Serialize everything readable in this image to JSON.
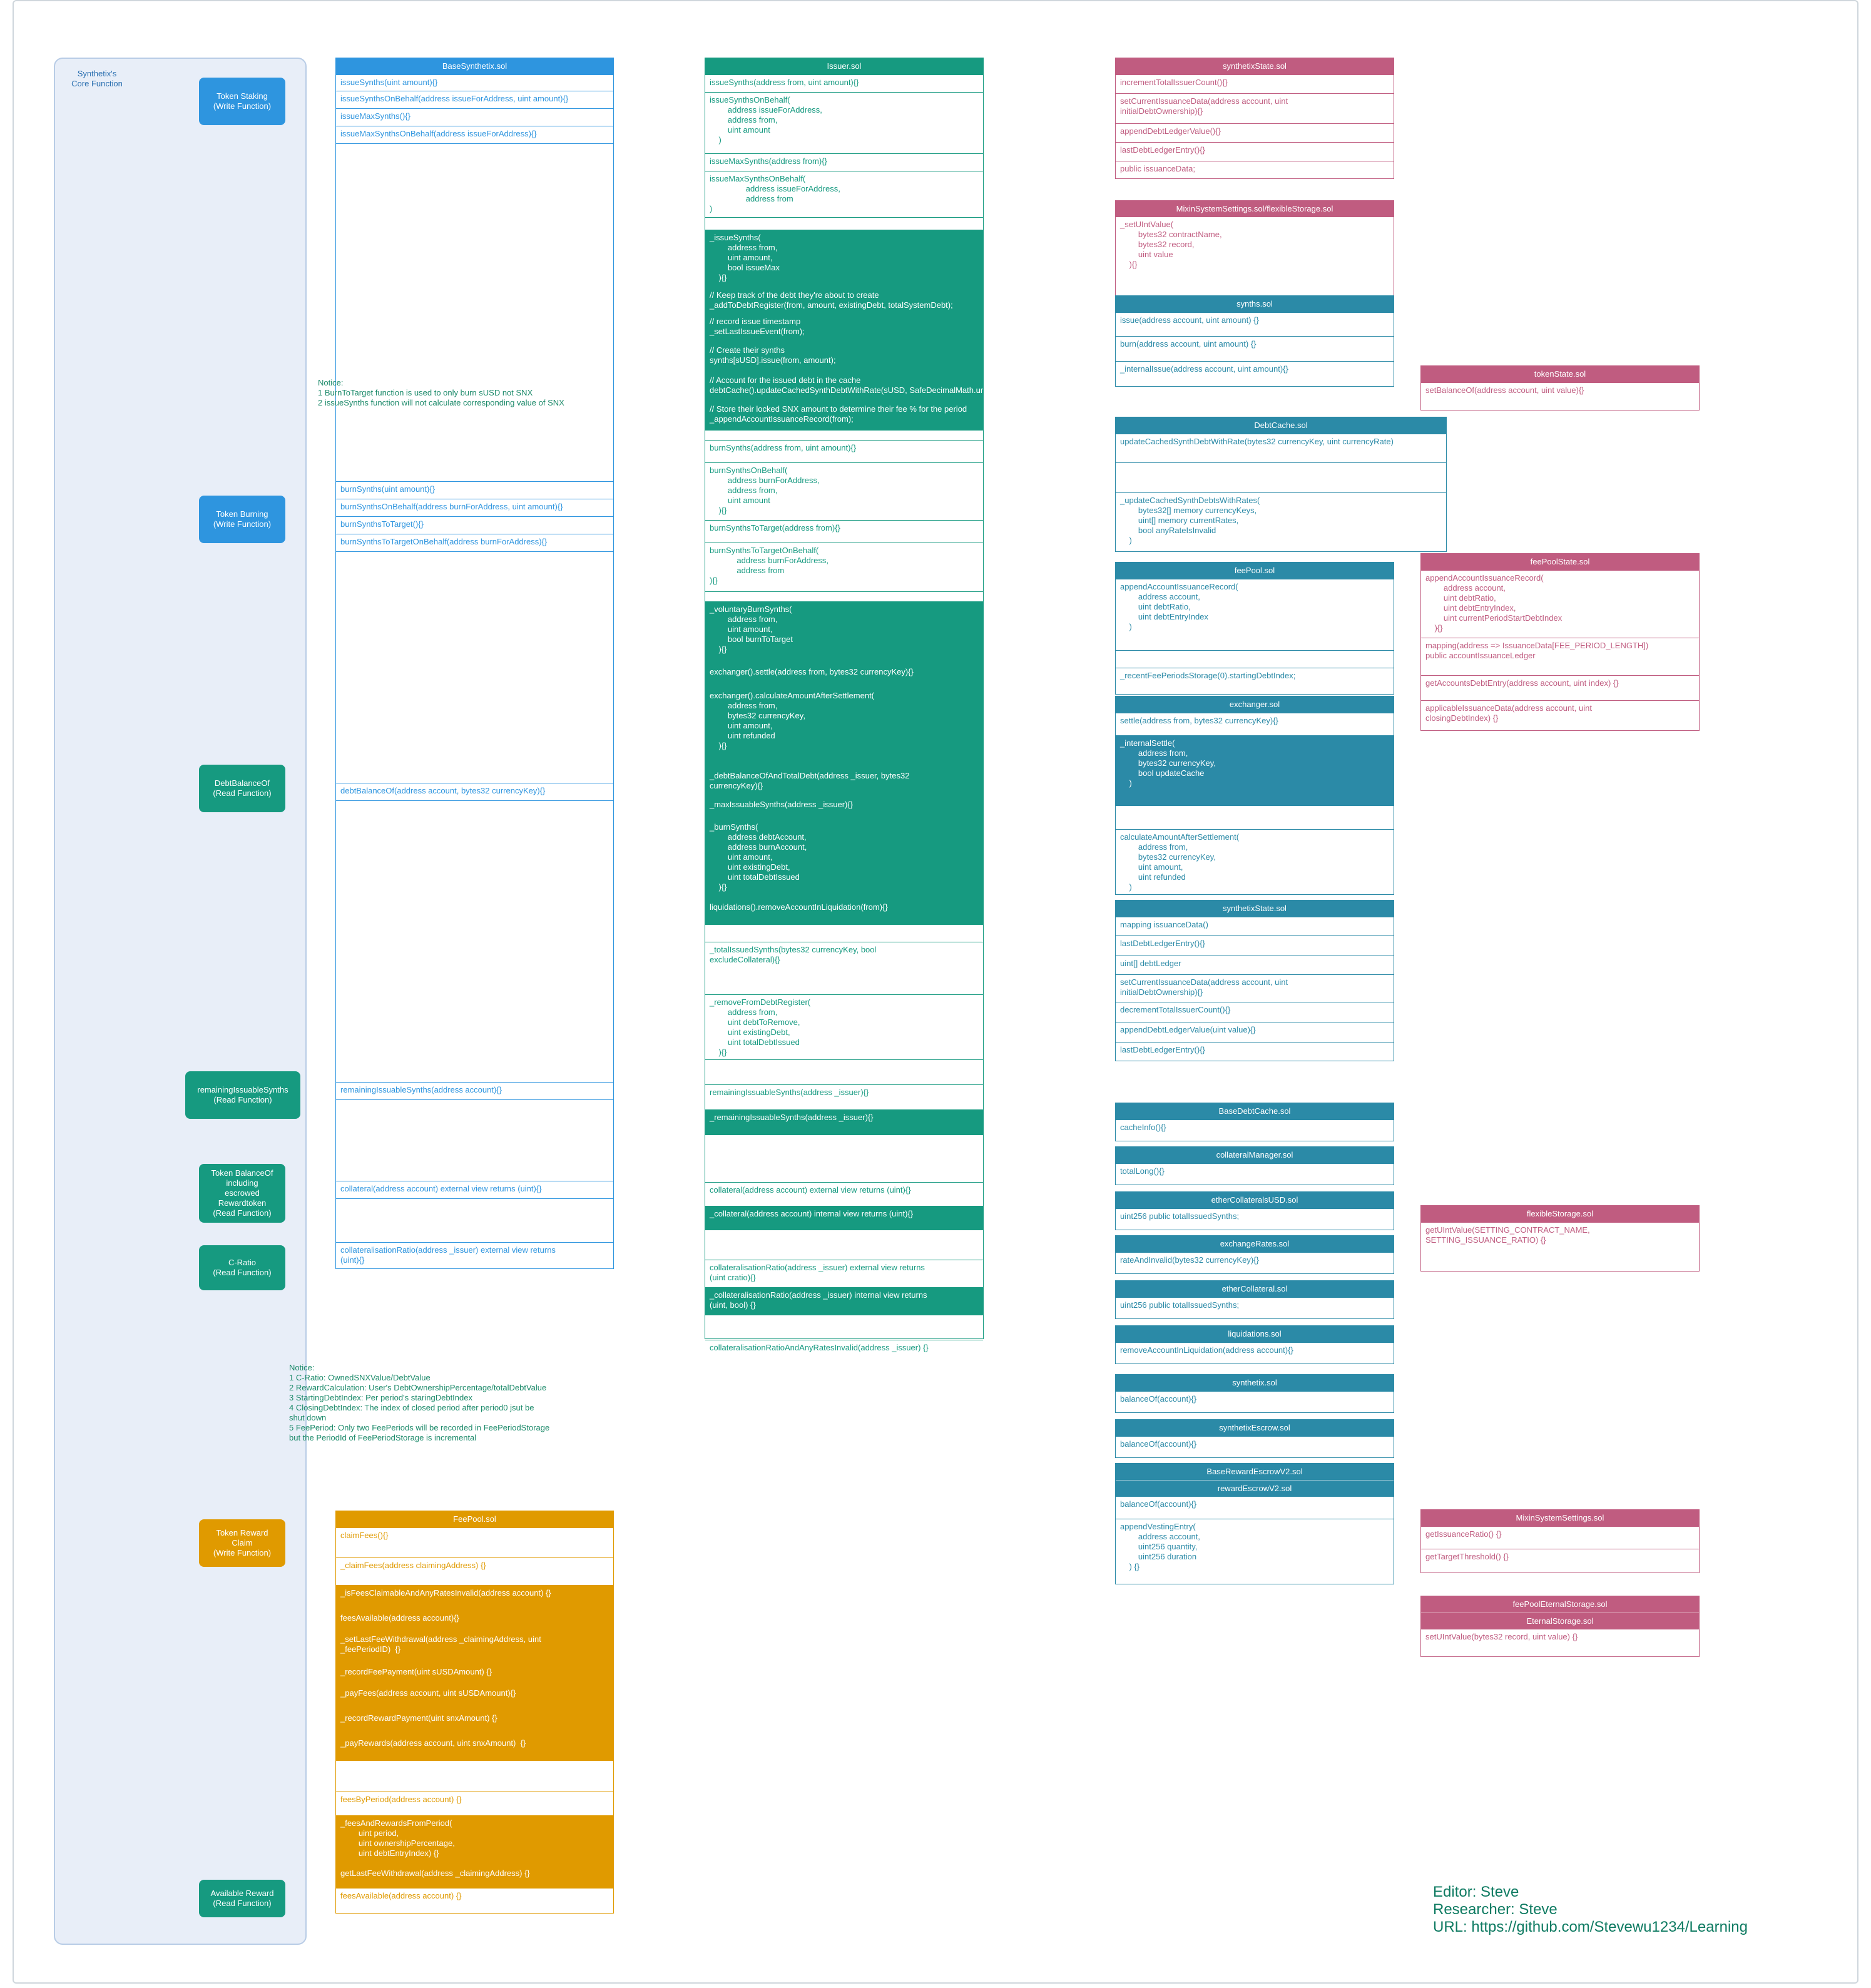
{
  "colors": {
    "blue": "#2e95df",
    "green": "#169a80",
    "teal": "#2b8aa7",
    "pink": "#c05c80",
    "orange": "#e09a00",
    "cloud": "#ef8080",
    "credit": "#0f7b62"
  },
  "core_title": "Synthetix's\nCore Function",
  "pills": [
    {
      "id": "token-staking",
      "label": "Token Staking\n(Write Function)",
      "color": "blue"
    },
    {
      "id": "token-burning",
      "label": "Token Burning\n(Write Function)",
      "color": "blue"
    },
    {
      "id": "debt-balance-of",
      "label": "DebtBalanceOf\n(Read Function)",
      "color": "green"
    },
    {
      "id": "remaining-issuable-synths",
      "label": "remainingIssuableSynths\n(Read Function)",
      "color": "green"
    },
    {
      "id": "token-balance-of",
      "label": "Token BalanceOf\nincluding\nescrowed\nRewardtoken\n(Read Function)",
      "color": "green"
    },
    {
      "id": "c-ratio",
      "label": "C-Ratio\n(Read Function)",
      "color": "green"
    },
    {
      "id": "token-reward-claim",
      "label": "Token Reward\nClaim\n(Write Function)",
      "color": "orange"
    },
    {
      "id": "available-reward",
      "label": "Available Reward\n(Read Function)",
      "color": "green"
    }
  ],
  "boxes": [
    {
      "id": "base-synthetix",
      "title": "BaseSynthetix.sol",
      "color": "blue",
      "rows": [
        {
          "text": "issueSynths(uint amount){}"
        },
        {
          "text": "issueSynthsOnBehalf(address issueForAddress, uint amount){}"
        },
        {
          "text": "issueMaxSynths(){}"
        },
        {
          "text": "issueMaxSynthsOnBehalf(address issueForAddress){}"
        },
        {
          "text": ""
        },
        {
          "text": "burnSynths(uint amount){}"
        },
        {
          "text": "burnSynthsOnBehalf(address burnForAddress, uint amount){}"
        },
        {
          "text": "burnSynthsToTarget(){}"
        },
        {
          "text": "burnSynthsToTargetOnBehalf(address burnForAddress){}"
        },
        {
          "text": ""
        },
        {
          "text": "debtBalanceOf(address account, bytes32 currencyKey){}"
        },
        {
          "text": ""
        },
        {
          "text": "remainingIssuableSynths(address account){}"
        },
        {
          "text": ""
        },
        {
          "text": "collateral(address account) external view returns (uint){}"
        },
        {
          "text": ""
        },
        {
          "text": "collateralisationRatio(address _issuer) external view returns\n(uint){}"
        }
      ]
    },
    {
      "id": "issuer",
      "title": "Issuer.sol",
      "color": "green",
      "rows": [
        {
          "text": "issueSynths(address from, uint amount){}"
        },
        {
          "text": "issueSynthsOnBehalf(\n        address issueForAddress,\n        address from,\n        uint amount\n    )"
        },
        {
          "text": "issueMaxSynths(address from){}"
        },
        {
          "text": "issueMaxSynthsOnBehalf(\n                address issueForAddress,\n                address from\n)"
        },
        {
          "text": ""
        },
        {
          "text": "_issueSynths(\n        address from,\n        uint amount,\n        bool issueMax\n    ){}",
          "fill": true
        },
        {
          "text": "// Keep track of the debt they're about to create\n_addToDebtRegister(from, amount, existingDebt, totalSystemDebt);",
          "fill": true
        },
        {
          "text": "// record issue timestamp\n_setLastIssueEvent(from);",
          "fill": true
        },
        {
          "text": "// Create their synths\nsynths[sUSD].issue(from, amount);",
          "fill": true
        },
        {
          "text": "// Account for the issued debt in the cache\ndebtCache().updateCachedSynthDebtWithRate(sUSD, SafeDecimalMath.unit());",
          "fill": true
        },
        {
          "text": "// Store their locked SNX amount to determine their fee % for the period\n_appendAccountIssuanceRecord(from);",
          "fill": true
        },
        {
          "text": ""
        },
        {
          "text": "burnSynths(address from, uint amount){}"
        },
        {
          "text": "burnSynthsOnBehalf(\n        address burnForAddress,\n        address from,\n        uint amount\n    ){}"
        },
        {
          "text": "burnSynthsToTarget(address from){}"
        },
        {
          "text": "burnSynthsToTargetOnBehalf(\n            address burnForAddress,\n            address from\n){}"
        },
        {
          "text": ""
        },
        {
          "text": "_voluntaryBurnSynths(\n        address from,\n        uint amount,\n        bool burnToTarget\n    ){}",
          "fill": true
        },
        {
          "text": "exchanger().settle(address from, bytes32 currencyKey){}",
          "fill": true
        },
        {
          "text": "exchanger().calculateAmountAfterSettlement(\n        address from,\n        bytes32 currencyKey,\n        uint amount,\n        uint refunded\n    ){}",
          "fill": true
        },
        {
          "text": "_debtBalanceOfAndTotalDebt(address _issuer, bytes32\ncurrencyKey){}",
          "fill": true
        },
        {
          "text": "_maxIssuableSynths(address _issuer){}",
          "fill": true
        },
        {
          "text": "_burnSynths(\n        address debtAccount,\n        address burnAccount,\n        uint amount,\n        uint existingDebt,\n        uint totalDebtIssued\n    ){}",
          "fill": true
        },
        {
          "text": "liquidations().removeAccountInLiquidation(from){}",
          "fill": true
        },
        {
          "text": ""
        },
        {
          "text": "_totalIssuedSynths(bytes32 currencyKey, bool\nexcludeCollateral){}"
        },
        {
          "text": "_removeFromDebtRegister(\n        address from,\n        uint debtToRemove,\n        uint existingDebt,\n        uint totalDebtIssued\n    ){}"
        },
        {
          "text": ""
        },
        {
          "text": "remainingIssuableSynths(address _issuer){}"
        },
        {
          "text": "_remainingIssuableSynths(address _issuer){}",
          "fill": true
        },
        {
          "text": ""
        },
        {
          "text": "collateral(address account) external view returns (uint){}"
        },
        {
          "text": "_collateral(address account) internal view returns (uint){}",
          "fill": true
        },
        {
          "text": ""
        },
        {
          "text": "collateralisationRatio(address _issuer) external view returns\n(uint cratio){}"
        },
        {
          "text": "_collateralisationRatio(address _issuer) internal view returns\n(uint, bool) {}",
          "fill": true
        },
        {
          "text": ""
        },
        {
          "text": "collateralisationRatioAndAnyRatesInvalid(address _issuer) {}"
        }
      ]
    },
    {
      "id": "synthetix-state-a",
      "title": "synthetixState.sol",
      "color": "pink",
      "rows": [
        {
          "text": "incrementTotalIssuerCount(){}"
        },
        {
          "text": "setCurrentIssuanceData(address account, uint\ninitialDebtOwnership){}"
        },
        {
          "text": "appendDebtLedgerValue(){}"
        },
        {
          "text": "lastDebtLedgerEntry(){}"
        },
        {
          "text": "public issuanceData;"
        }
      ]
    },
    {
      "id": "mixin-flexible",
      "title": "MixinSystemSettings.sol/flexibleStorage.sol",
      "color": "pink",
      "rows": [
        {
          "text": "_setUIntValue(\n        bytes32 contractName,\n        bytes32 record,\n        uint value\n    ){}",
          "noborder": true
        }
      ]
    },
    {
      "id": "synths",
      "title": "synths.sol",
      "color": "teal",
      "rows": [
        {
          "text": "issue(address account, uint amount) {}"
        },
        {
          "text": "burn(address account, uint amount) {}"
        },
        {
          "text": "_internalIssue(address account, uint amount){}"
        }
      ]
    },
    {
      "id": "token-state",
      "title": "tokenState.sol",
      "color": "pink",
      "rows": [
        {
          "text": "setBalanceOf(address account, uint value){}"
        }
      ]
    },
    {
      "id": "debt-cache",
      "title": "DebtCache.sol",
      "color": "teal",
      "rows": [
        {
          "text": "updateCachedSynthDebtWithRate(bytes32 currencyKey, uint currencyRate)"
        },
        {
          "text": ""
        },
        {
          "text": "_updateCachedSynthDebtsWithRates(\n        bytes32[] memory currencyKeys,\n        uint[] memory currentRates,\n        bool anyRateIsInvalid\n    )"
        }
      ]
    },
    {
      "id": "fee-pool-a",
      "title": "feePool.sol",
      "color": "teal",
      "rows": [
        {
          "text": "appendAccountIssuanceRecord(\n        address account,\n        uint debtRatio,\n        uint debtEntryIndex\n    )"
        },
        {
          "text": ""
        },
        {
          "text": "_recentFeePeriodsStorage(0).startingDebtIndex;"
        }
      ]
    },
    {
      "id": "fee-pool-state",
      "title": "feePoolState.sol",
      "color": "pink",
      "rows": [
        {
          "text": "appendAccountIssuanceRecord(\n        address account,\n        uint debtRatio,\n        uint debtEntryIndex,\n        uint currentPeriodStartDebtIndex\n    ){}"
        },
        {
          "text": "mapping(address => IssuanceData[FEE_PERIOD_LENGTH])\npublic accountIssuanceLedger"
        },
        {
          "text": "getAccountsDebtEntry(address account, uint index) {}"
        },
        {
          "text": "applicableIssuanceData(address account, uint\nclosingDebtIndex) {}"
        }
      ]
    },
    {
      "id": "exchanger",
      "title": "exchanger.sol",
      "color": "teal",
      "rows": [
        {
          "text": "settle(address from, bytes32 currencyKey){}"
        },
        {
          "text": "_internalSettle(\n        address from,\n        bytes32 currencyKey,\n        bool updateCache\n    )",
          "fill": true
        },
        {
          "text": ""
        },
        {
          "text": "calculateAmountAfterSettlement(\n        address from,\n        bytes32 currencyKey,\n        uint amount,\n        uint refunded\n    )"
        }
      ]
    },
    {
      "id": "synthetix-state-b",
      "title": "synthetixState.sol",
      "color": "teal",
      "rows": [
        {
          "text": "mapping issuanceData()"
        },
        {
          "text": "lastDebtLedgerEntry(){}"
        },
        {
          "text": "uint[] debtLedger"
        },
        {
          "text": "setCurrentIssuanceData(address account, uint\ninitialDebtOwnership){}"
        },
        {
          "text": "decrementTotalIssuerCount(){}"
        },
        {
          "text": "appendDebtLedgerValue(uint value){}"
        },
        {
          "text": "lastDebtLedgerEntry(){}"
        }
      ]
    },
    {
      "id": "base-debt-cache",
      "title": "BaseDebtCache.sol",
      "color": "teal",
      "rows": [
        {
          "text": "cacheInfo(){}"
        }
      ]
    },
    {
      "id": "collateral-manager",
      "title": "collateralManager.sol",
      "color": "teal",
      "rows": [
        {
          "text": "totalLong(){}"
        }
      ]
    },
    {
      "id": "ether-collateral-susd",
      "title": "etherCollateralsUSD.sol",
      "color": "teal",
      "rows": [
        {
          "text": "uint256 public totalIssuedSynths;"
        }
      ]
    },
    {
      "id": "exchange-rates",
      "title": "exchangeRates.sol",
      "color": "teal",
      "rows": [
        {
          "text": "rateAndInvalid(bytes32 currencyKey){}"
        }
      ]
    },
    {
      "id": "ether-collateral",
      "title": "etherCollateral.sol",
      "color": "teal",
      "rows": [
        {
          "text": "uint256 public totalIssuedSynths;"
        }
      ]
    },
    {
      "id": "liquidations",
      "title": "liquidations.sol",
      "color": "teal",
      "rows": [
        {
          "text": "removeAccountInLiquidation(address account){}"
        }
      ]
    },
    {
      "id": "synthetix",
      "title": "synthetix.sol",
      "color": "teal",
      "rows": [
        {
          "text": "balanceOf(account){}"
        }
      ]
    },
    {
      "id": "synthetix-escrow",
      "title": "synthetixEscrow.sol",
      "color": "teal",
      "rows": [
        {
          "text": "balanceOf(account){}"
        }
      ]
    },
    {
      "id": "base-reward-escrow",
      "title": "BaseRewardEscrowV2.sol",
      "subtitle": "rewardEscrowV2.sol",
      "color": "teal",
      "rows": [
        {
          "text": "balanceOf(account){}"
        },
        {
          "text": "appendVestingEntry(\n        address account,\n        uint256 quantity,\n        uint256 duration\n    ) {}"
        }
      ]
    },
    {
      "id": "flexible-storage",
      "title": "flexibleStorage.sol",
      "color": "pink",
      "rows": [
        {
          "text": "getUIntValue(SETTING_CONTRACT_NAME,\nSETTING_ISSUANCE_RATIO) {}"
        }
      ]
    },
    {
      "id": "mixin-system-settings",
      "title": "MixinSystemSettings.sol",
      "color": "pink",
      "rows": [
        {
          "text": "getIssuanceRatio() {}"
        },
        {
          "text": "getTargetThreshold() {}"
        }
      ]
    },
    {
      "id": "fee-pool-eternal",
      "title": "feePoolEternalStorage.sol",
      "subtitle": "EternalStorage.sol",
      "color": "pink",
      "rows": [
        {
          "text": "setUIntValue(bytes32 record, uint value) {}"
        }
      ]
    },
    {
      "id": "fee-pool-b",
      "title": "FeePool.sol",
      "color": "orange",
      "rows": [
        {
          "text": "claimFees(){}"
        },
        {
          "text": "_claimFees(address claimingAddress) {}"
        },
        {
          "text": "_isFeesClaimableAndAnyRatesInvalid(address account) {}",
          "fill": true
        },
        {
          "text": "feesAvailable(address account){}",
          "fill": true
        },
        {
          "text": "_setLastFeeWithdrawal(address _claimingAddress, uint\n_feePeriodID)  {}",
          "fill": true
        },
        {
          "text": "_recordFeePayment(uint sUSDAmount) {}",
          "fill": true
        },
        {
          "text": "_payFees(address account, uint sUSDAmount){}",
          "fill": true
        },
        {
          "text": "_recordRewardPayment(uint snxAmount) {}",
          "fill": true
        },
        {
          "text": "_payRewards(address account, uint snxAmount)  {}",
          "fill": true
        },
        {
          "text": ""
        },
        {
          "text": "feesByPeriod(address account) {}"
        },
        {
          "text": "_feesAndRewardsFromPeriod(\n        uint period,\n        uint ownershipPercentage,\n        uint debtEntryIndex) {}",
          "fill": true
        },
        {
          "text": "getLastFeeWithdrawal(address _claimingAddress) {}",
          "fill": true
        },
        {
          "text": "feesAvailable(address account) {}"
        }
      ]
    }
  ],
  "notes": [
    {
      "id": "notice-1",
      "text": "Notice:\n1 BurnToTarget function is used to only burn sUSD not SNX\n2 issueSynths function will not calculate corresponding value of SNX"
    },
    {
      "id": "notice-2",
      "text": "Notice:\n1 C-Ratio: OwnedSNXValue/DebtValue\n2 RewardCalculation: User's DebtOwnershipPercentage/totalDebtValue\n3 StartingDebtIndex: Per period's staringDebtIndex\n4 ClosingDebtIndex: The index of closed period after period0 jsut be\nshut down\n5 FeePeriod: Only two FeePeriods will be recorded in FeePeriodStorage\nbut the PeriodId of FeePeriodStorage is incremental"
    }
  ],
  "credits": {
    "editor": "Editor: Steve",
    "researcher": "Researcher: Steve",
    "url": "URL: https://github.com/Stevewu1234/Learning"
  }
}
